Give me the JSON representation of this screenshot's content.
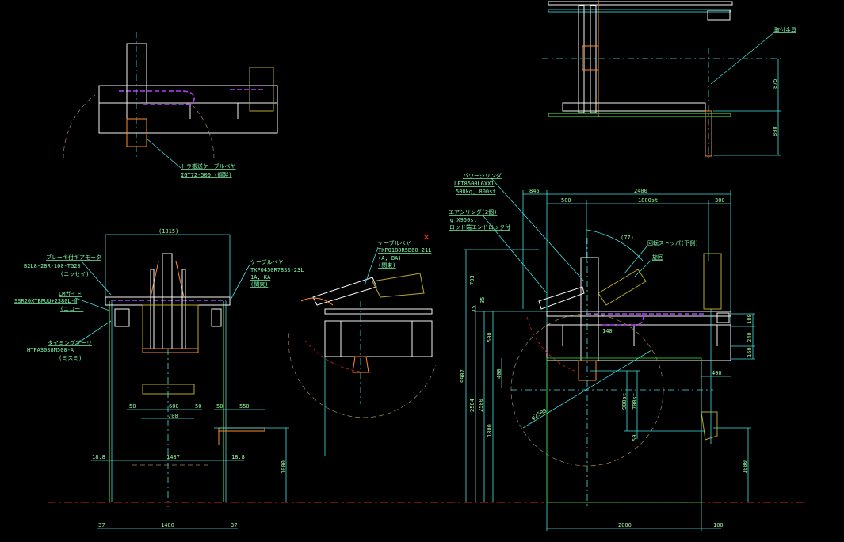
{
  "title_view_top_left": {
    "label_1": "トラ搬送ケーブルベヤ",
    "label_2": "IGT72-500 (鋼製)"
  },
  "view_top_right": {
    "label": "取付金具",
    "dims": {
      "upper": "875",
      "lower": "800"
    }
  },
  "view_front_left": {
    "dims": {
      "overall_width": "(1815)",
      "d50a": "50",
      "d600": "600",
      "d50b": "50",
      "d700": "700",
      "d50c": "50",
      "d550": "550",
      "d1487": "1487",
      "d18_8_left": "18.8",
      "d18_8_right": "18.8",
      "d1400": "1400",
      "d37_left": "37",
      "d37_right": "37",
      "d1000": "1000"
    },
    "callouts": [
      {
        "title": "ブレーキ付ギアモータ",
        "part": "B2L8-28R-100-TG20",
        "maker": "(ニッセイ)"
      },
      {
        "title": "LMガイド",
        "part": "SSR20XTBPUU+2380L-Ⅱ",
        "maker": "(ニコー)"
      },
      {
        "title": "タイミングプーリ",
        "part": "HTPA30S8M500-A",
        "maker": "(ミスミ)"
      },
      {
        "title": "ケーブルベヤ",
        "part": "TKP0450R7BSS-23L",
        "maker": "1A, KA",
        "note": "(関東)"
      }
    ]
  },
  "view_side_middle": {
    "callout": {
      "title": "ケーブルベヤ",
      "part": "TKP0180R5B60-21L",
      "maker": "(A, BA)",
      "note": "(関東)"
    }
  },
  "view_side_right": {
    "dims_top": {
      "d846": "846",
      "d2400": "2400",
      "d500": "500",
      "d1800st": "1800st",
      "d300": "300"
    },
    "dims_vertical": {
      "d9907": "9907",
      "d2504": "2504",
      "d2500": "2500",
      "d1800": "1800",
      "d500": "500",
      "d400": "400",
      "d703": "703",
      "d35": "35",
      "d15": "15",
      "d900st": "900st",
      "d700st": "700st",
      "d50": "50",
      "d1000": "1000",
      "d180": "180",
      "d240": "240",
      "d160": "160",
      "d140": "140"
    },
    "dims_bottom": {
      "d400": "400",
      "d2000": "2000",
      "d100": "100"
    },
    "diameter": "φ2500",
    "angle": "(77)",
    "callouts": [
      {
        "title": "パワーシリンダ",
        "part": "LPT8500L6XX1",
        "spec": "500kg, 800st"
      },
      {
        "title": "エアシリンダ(2個)",
        "part": "φ X950st",
        "spec": "ロッド端エンドロック付"
      },
      {
        "title": "回転ストッパ(下側)"
      },
      {
        "title": "旋回"
      }
    ]
  }
}
